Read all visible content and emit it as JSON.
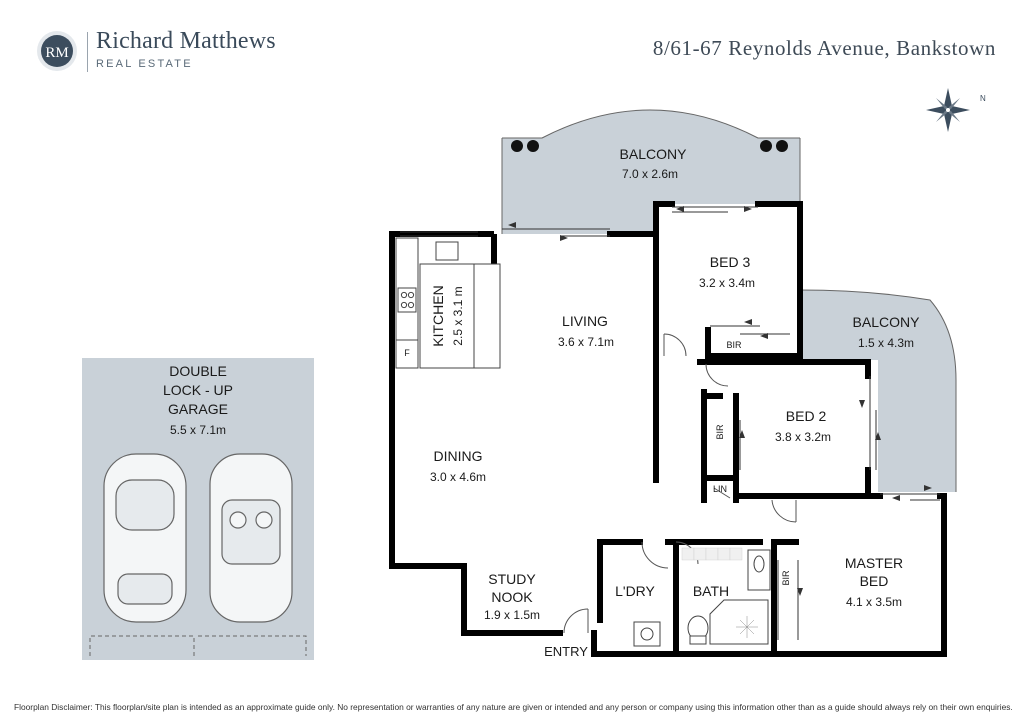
{
  "brand": {
    "logo_text": "RM",
    "name": "Richard Matthews",
    "subtitle": "REAL ESTATE"
  },
  "address": "8/61-67 Reynolds Avenue, Bankstown",
  "compass": {
    "label": "N"
  },
  "rooms": {
    "balcony_top": {
      "name": "BALCONY",
      "size": "7.0 x 2.6m"
    },
    "bed3": {
      "name": "BED 3",
      "size": "3.2 x 3.4m"
    },
    "balcony_right": {
      "name": "BALCONY",
      "size": "1.5 x 4.3m"
    },
    "kitchen": {
      "name": "KITCHEN",
      "size": "2.5 x 3.1 m"
    },
    "living": {
      "name": "LIVING",
      "size": "3.6 x 7.1m"
    },
    "bed2": {
      "name": "BED 2",
      "size": "3.8 x 3.2m"
    },
    "dining": {
      "name": "DINING",
      "size": "3.0 x 4.6m"
    },
    "study": {
      "name_line1": "STUDY",
      "name_line2": "NOOK",
      "size": "1.9 x 1.5m"
    },
    "laundry": {
      "name": "L'DRY"
    },
    "bath": {
      "name": "BATH"
    },
    "master": {
      "name_line1": "MASTER",
      "name_line2": "BED",
      "size": "4.1 x 3.5m"
    },
    "garage": {
      "line1": "DOUBLE",
      "line2": "LOCK - UP",
      "line3": "GARAGE",
      "size": "5.5 x 7.1m"
    }
  },
  "labels": {
    "bir": "BIR",
    "lin": "LIN",
    "fridge": "F",
    "entry": "ENTRY"
  },
  "disclaimer": "Floorplan Disclaimer: This floorplan/site plan is intended as an approximate guide only. No representation or warranties of any nature are given or intended and any person or company using this information other than as a guide should always rely on their own enquiries.",
  "colors": {
    "wall": "#000000",
    "outdoor_fill": "#c9d1d8",
    "brand": "#3a4a5a",
    "logo_bg": "#3c4d5e"
  }
}
